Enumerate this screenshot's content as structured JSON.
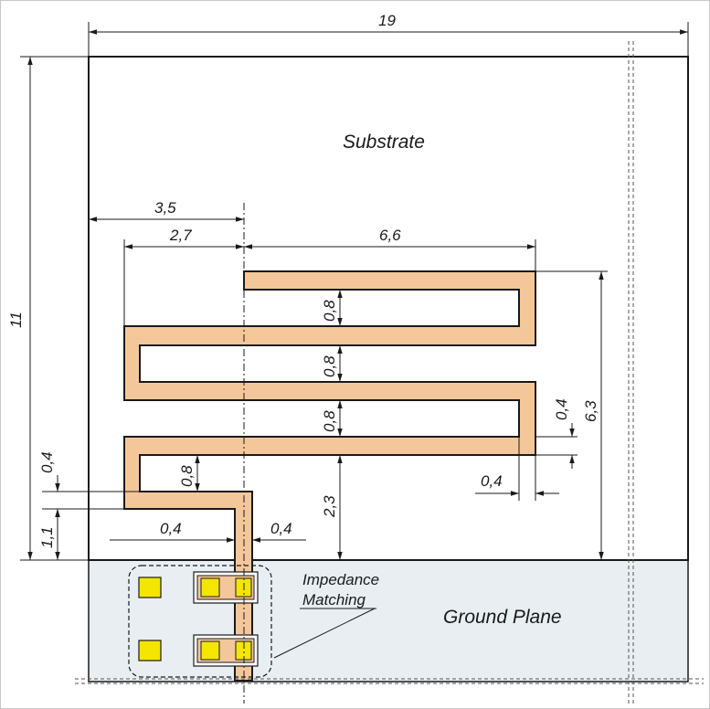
{
  "labels": {
    "substrate": "Substrate",
    "ground_plane": "Ground Plane",
    "impedance_line1": "Impedance",
    "impedance_line2": "Matching"
  },
  "dimensions": {
    "width_total": "19",
    "height_total": "11",
    "dim_3_5": "3,5",
    "dim_2_7": "2,7",
    "dim_6_6": "6,6",
    "dim_0_8_a": "0,8",
    "dim_0_8_b": "0,8",
    "dim_0_8_c": "0,8",
    "dim_0_8_d": "0,8",
    "dim_6_3": "6,3",
    "dim_0_4_right": "0,4",
    "dim_0_4_bottom_right": "0,4",
    "dim_2_3": "2,3",
    "dim_0_4_left_vertical": "0,4",
    "dim_1_1": "1,1",
    "dim_0_4_feed_left": "0,4",
    "dim_0_4_feed_right": "0,4"
  },
  "colors": {
    "substrate_fill": "#ffffff",
    "ground_fill": "#e8eef2",
    "trace_fill": "#f4c79a",
    "pad_fill": "#f5e600",
    "line": "#1a1a1a"
  }
}
